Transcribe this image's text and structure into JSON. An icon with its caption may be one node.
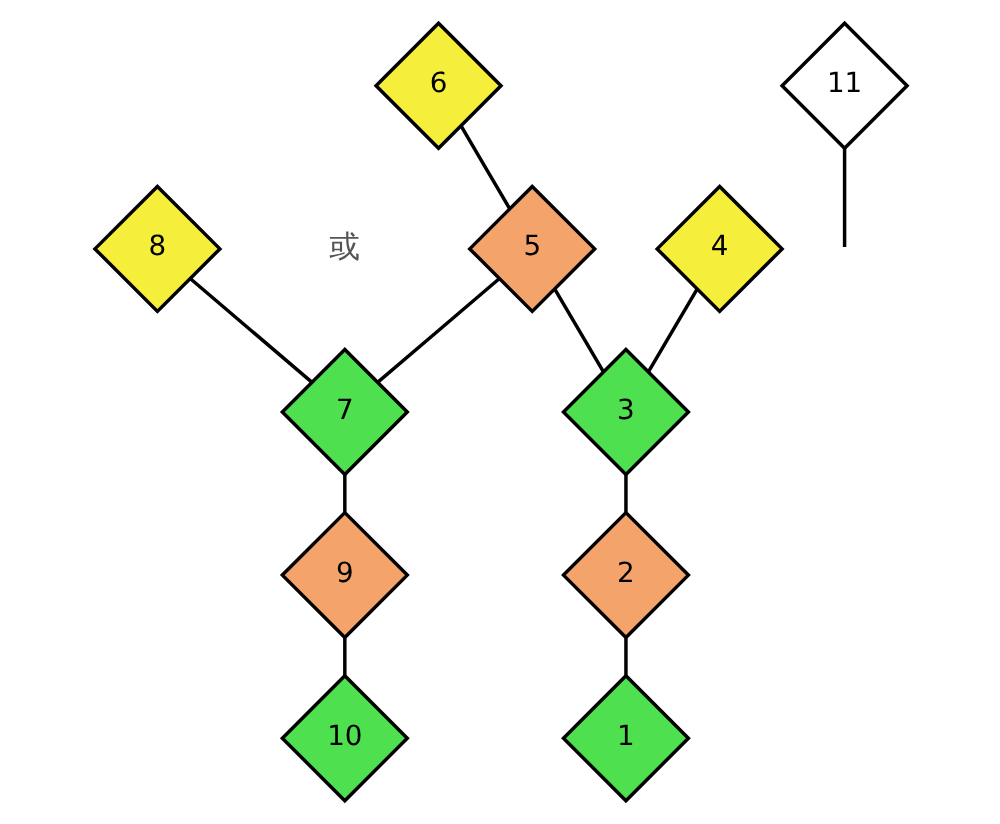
{
  "diagram": {
    "nodes": [
      {
        "text": [
          "6"
        ]
      },
      {
        "text": [
          "8"
        ]
      },
      {
        "text": [
          "5"
        ]
      },
      {
        "text": [
          "4"
        ]
      },
      {
        "text": [
          "7"
        ]
      },
      {
        "text": [
          "3"
        ]
      },
      {
        "text": [
          "9"
        ]
      },
      {
        "text": [
          "11"
        ]
      },
      {
        "text": [
          "2"
        ]
      },
      {
        "text": [
          "10"
        ]
      },
      {
        "text": [
          "1"
        ]
      }
    ],
    "edges": [
      {
        "from": 0,
        "to": 2,
        "arrow": "none"
      },
      {
        "from": 2,
        "to": 4,
        "arrow": "none"
      },
      {
        "from": 1,
        "to": 4,
        "arrow": "none"
      },
      {
        "from": 4,
        "to": 6,
        "arrow": "none"
      },
      {
        "from": 6,
        "to": 9,
        "arrow": "none"
      },
      {
        "from": 2,
        "to": 5,
        "arrow": "none"
      },
      {
        "from": 3,
        "to": 5,
        "arrow": "none"
      },
      {
        "from": 5,
        "to": 8,
        "arrow": "none"
      },
      {
        "from": 8,
        "to": 10,
        "arrow": "none"
      },
      {
        "from": 7,
        "to": null,
        "arrow": "none"
      }
    ],
    "labels": [
      "或"
    ]
  }
}
